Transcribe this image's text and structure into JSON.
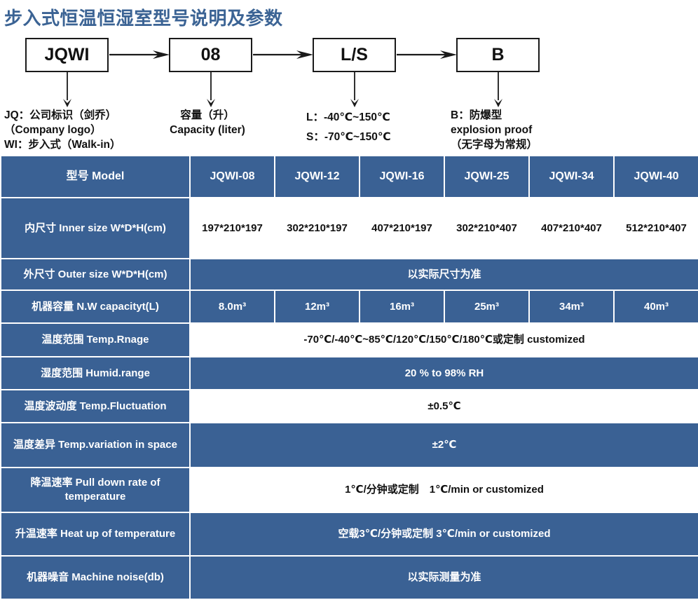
{
  "title": "步入式恒温恒湿室型号说明及参数",
  "title_color": "#3b6394",
  "accent_color": "#3a6194",
  "diagram": {
    "boxes": [
      {
        "label": "JQWI"
      },
      {
        "label": "08"
      },
      {
        "label": "L/S"
      },
      {
        "label": "B"
      }
    ],
    "captions": [
      {
        "lines": [
          "JQ：公司标识（剑乔）",
          "（Company logo）",
          "WI：步入式（Walk-in）"
        ]
      },
      {
        "lines": [
          "容量（升）",
          "Capacity (liter)"
        ]
      },
      {
        "lines": [
          "L：-40℃~150℃",
          "S：-70℃~150℃"
        ]
      },
      {
        "lines": [
          "B：防爆型",
          "explosion proof",
          "（无字母为常规）"
        ]
      }
    ]
  },
  "table": {
    "header": {
      "label": "型号 Model",
      "models": [
        "JQWI-08",
        "JQWI-12",
        "JQWI-16",
        "JQWI-25",
        "JQWI-34",
        "JQWI-40"
      ]
    },
    "rows": [
      {
        "label": "内尺寸 Inner size W*D*H(cm)",
        "style": "white",
        "span": false,
        "values": [
          "197*210*197",
          "302*210*197",
          "407*210*197",
          "302*210*407",
          "407*210*407",
          "512*210*407"
        ]
      },
      {
        "label": "外尺寸 Outer size W*D*H(cm)",
        "style": "blue",
        "span": true,
        "value": "以实际尺寸为准"
      },
      {
        "label": "机器容量 N.W capacityt(L)",
        "style": "blue",
        "span": false,
        "values": [
          "8.0m³",
          "12m³",
          "16m³",
          "25m³",
          "34m³",
          "40m³"
        ]
      },
      {
        "label": "温度范围 Temp.Rnage",
        "style": "white",
        "span": true,
        "value": "-70℃/-40℃~85℃/120℃/150℃/180℃或定制 customized"
      },
      {
        "label": "湿度范围 Humid.range",
        "style": "blue",
        "span": true,
        "value": "20 % to 98% RH"
      },
      {
        "label": "温度波动度 Temp.Fluctuation",
        "style": "white",
        "span": true,
        "value": "±0.5℃"
      },
      {
        "label": "温度差异 Temp.variation in space",
        "style": "blue",
        "span": true,
        "value": "±2℃"
      },
      {
        "label": "降温速率 Pull down rate of temperature",
        "style": "white",
        "span": true,
        "value": "1℃/分钟或定制　1℃/min or customized"
      },
      {
        "label": "升温速率 Heat up of temperature",
        "style": "blue",
        "span": true,
        "value": "空载3℃/分钟或定制 3℃/min or customized"
      },
      {
        "label": "机器噪音 Machine noise(db)",
        "style": "blue",
        "span": true,
        "value": "以实际测量为准"
      }
    ]
  }
}
